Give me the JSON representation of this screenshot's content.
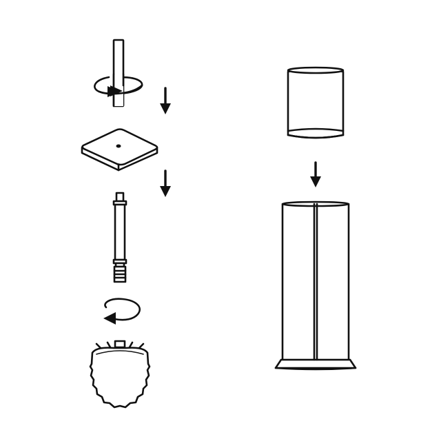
{
  "diagram": {
    "kind": "assembly-instructions",
    "colors": {
      "stroke": "#111111",
      "background": "#ffffff"
    },
    "left_column": [
      {
        "part": "handle-top",
        "action": "rotate-clockwise-icon"
      },
      {
        "part": "square-plate"
      },
      {
        "part": "threaded-rod"
      },
      {
        "part": "brush-head",
        "action": "rotate-counterclockwise-icon"
      }
    ],
    "right_column": [
      {
        "part": "holder-cup"
      },
      {
        "part": "holder-tube-with-base"
      }
    ],
    "arrows": [
      "down-arrow-icon",
      "down-arrow-icon",
      "down-arrow-icon"
    ]
  }
}
